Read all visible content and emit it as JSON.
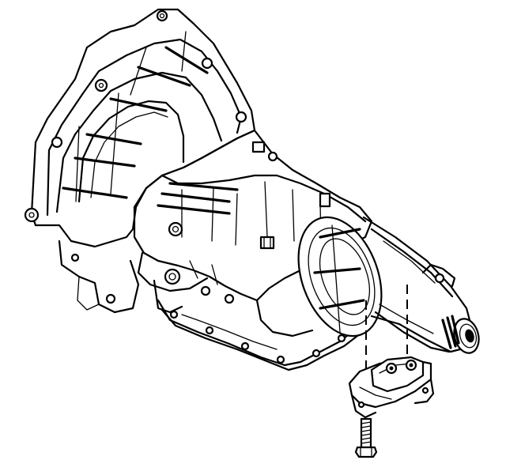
{
  "figure": {
    "subject": "automatic-transmission-assembly-with-rear-mount",
    "background_color": "#ffffff",
    "line_color": "#000000",
    "components": [
      "bell-housing",
      "transmission-case",
      "oil-pan",
      "extension-housing",
      "output-shaft-seal",
      "transmission-mount",
      "mount-bolt",
      "alignment-guide-lines"
    ]
  }
}
